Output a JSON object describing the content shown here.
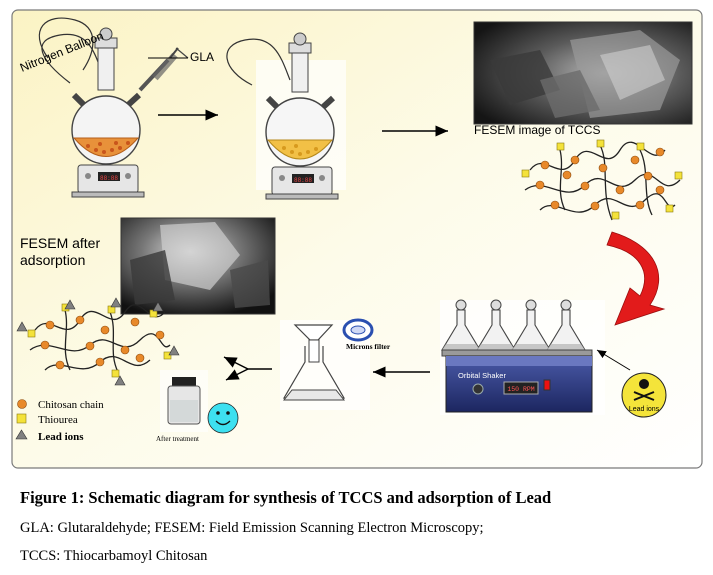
{
  "labels": {
    "nitrogen_balloon": "Nitrogen Balloon",
    "gla": "GLA",
    "fesem_tccs": "FESEM image of TCCS",
    "fesem_after_1": "FESEM after",
    "fesem_after_2": "adsorption",
    "micron_filter": "Microns filter",
    "orbital_shaker": "Orbital Shaker",
    "rpm": "150 RPM",
    "lead_ions_badge": "Lead ions",
    "after_treatment": "After treatment",
    "display_reading": "88:88"
  },
  "legend": [
    {
      "label": "Chitosan chain",
      "marker": "orange-circle",
      "color": "#e8892a"
    },
    {
      "label": "Thiourea",
      "marker": "yellow-square",
      "color": "#f4e23a"
    },
    {
      "label": "Lead ions",
      "marker": "gray-triangle",
      "color": "#808080"
    }
  ],
  "colors": {
    "panel_bg": "#fcf8dc",
    "arrow_red": "#e21b1b",
    "smiley": "#3de0f0"
  },
  "caption": {
    "title": "Figure 1: Schematic diagram for synthesis of TCCS and adsorption of Lead",
    "abbreviations_line1": "GLA: Glutaraldehyde; FESEM: Field Emission Scanning Electron Microscopy;",
    "abbreviations_line2": "TCCS: Thiocarbamoyl Chitosan"
  }
}
